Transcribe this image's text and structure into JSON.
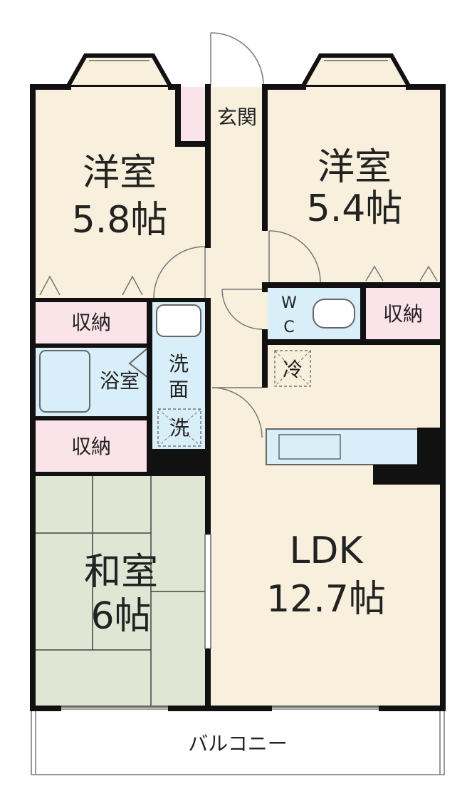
{
  "rooms": {
    "western_left": {
      "name": "洋室",
      "size": "5.8帖"
    },
    "western_right": {
      "name": "洋室",
      "size": "5.4帖"
    },
    "japanese": {
      "name": "和室",
      "size": "6帖"
    },
    "ldk": {
      "name": "LDK",
      "size": "12.7帖"
    }
  },
  "labels": {
    "entrance": "玄関",
    "storage_1": "収納",
    "storage_2": "収納",
    "storage_3": "収納",
    "bath": "浴室",
    "wash_1": "洗",
    "wash_2": "面",
    "laundry": "洗",
    "wc_1": "W",
    "wc_2": "C",
    "fridge": "冷",
    "balcony": "バルコニー"
  },
  "colors": {
    "western_floor": "#f8f0dc",
    "japanese_floor": "#dfe6d4",
    "storage": "#fbe3ea",
    "wet_area": "#d8eef8",
    "wall": "#111111"
  }
}
